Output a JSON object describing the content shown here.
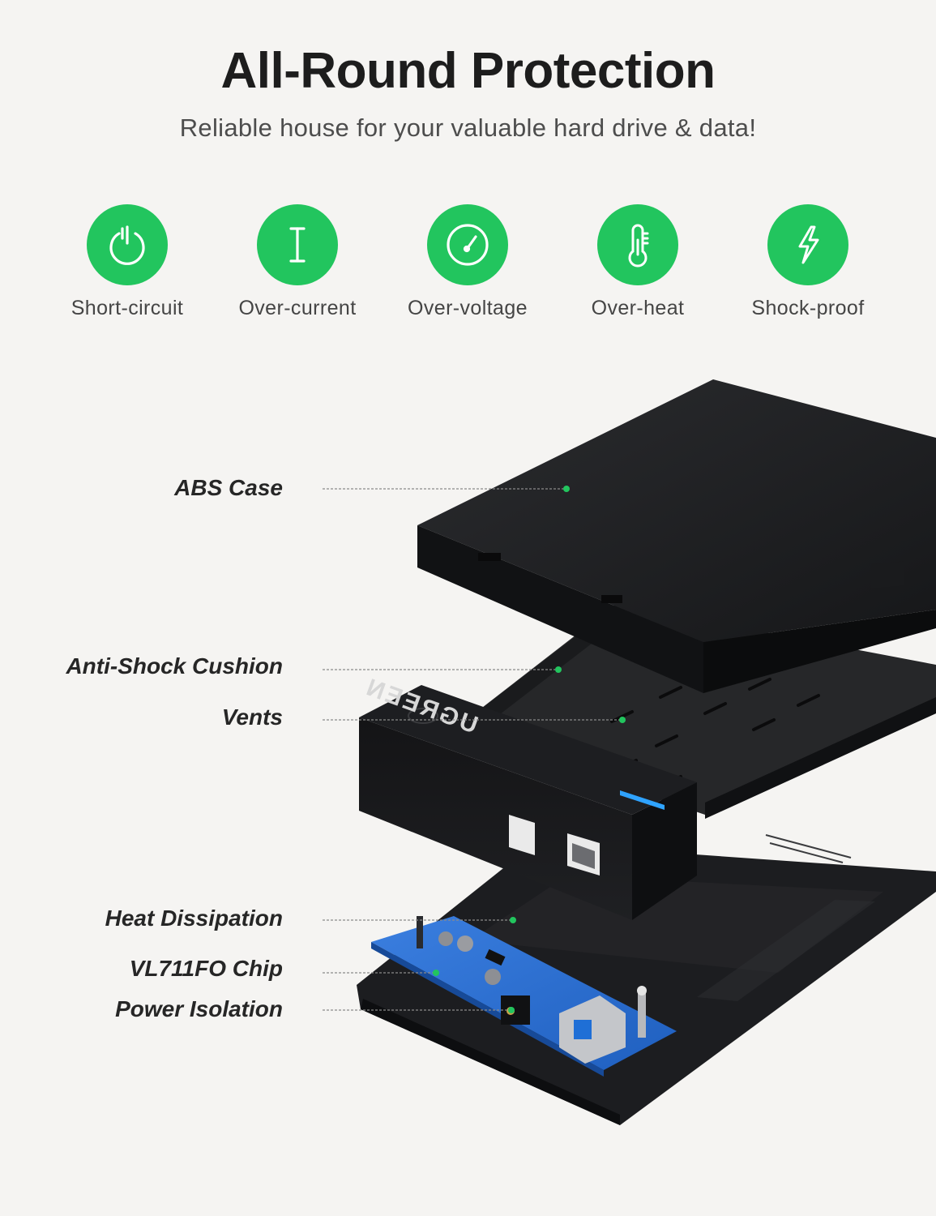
{
  "header": {
    "title": "All-Round Protection",
    "subtitle": "Reliable house for your valuable hard drive & data!"
  },
  "features": [
    {
      "label": "Short-circuit",
      "icon": "power-icon"
    },
    {
      "label": "Over-current",
      "icon": "current-icon"
    },
    {
      "label": "Over-voltage",
      "icon": "gauge-icon"
    },
    {
      "label": "Over-heat",
      "icon": "thermometer-icon"
    },
    {
      "label": "Shock-proof",
      "icon": "lightning-icon"
    }
  ],
  "callouts": [
    {
      "label": "ABS Case"
    },
    {
      "label": "Anti-Shock Cushion"
    },
    {
      "label": "Vents"
    },
    {
      "label": "Heat Dissipation"
    },
    {
      "label": "VL711FO Chip"
    },
    {
      "label": "Power Isolation"
    }
  ],
  "product": {
    "brand": "UGREEN"
  },
  "colors": {
    "accent": "#22c55e",
    "case": "#1f2022",
    "pcb": "#2d6fd1",
    "leader_line": "#8a8a8a"
  }
}
